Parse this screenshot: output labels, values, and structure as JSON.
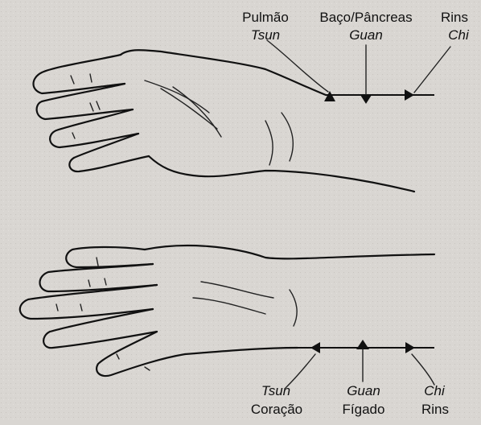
{
  "background_color": "#d9d6d2",
  "ink_color": "#111111",
  "top_hand": {
    "organs": [
      "Pulmão",
      "Baço/Pâncreas",
      "Rins"
    ],
    "positions": [
      "Tsun",
      "Guan",
      "Chi"
    ]
  },
  "bottom_hand": {
    "positions": [
      "Tsun",
      "Guan",
      "Chi"
    ],
    "organs": [
      "Coração",
      "Fígado",
      "Rins"
    ]
  }
}
